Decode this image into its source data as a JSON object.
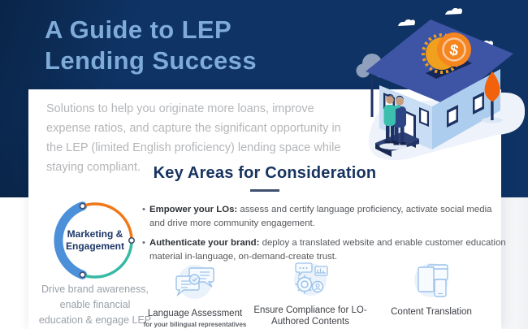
{
  "header": {
    "title_line1": "A Guide to LEP",
    "title_line2": "Lending Success"
  },
  "intro": {
    "text": "Solutions to help you originate more loans, improve expense ratios, and capture the significant opportunity in the LEP (limited English proficiency) lending space while staying compliant."
  },
  "key_areas": {
    "heading": "Key Areas for Consideration",
    "bullets": [
      {
        "lead": "Empower your LOs:",
        "text": "assess and certify language proficiency, activate social media and drive more community engagement."
      },
      {
        "lead": "Authenticate your brand:",
        "text": "deploy a translated website and enable customer education material in-language, on-demand-create trust."
      }
    ]
  },
  "marketing_circle": {
    "label_line1": "Marketing &",
    "label_line2": "Engagement",
    "caption": "Drive brand awareness, enable financial education & engage LEP community"
  },
  "services": [
    {
      "title": "Language Assessment",
      "subtitle": "for your bilingual representatives",
      "icon": "chat-assessment-icon"
    },
    {
      "title": "Ensure Compliance for LO-Authored Contents",
      "icon": "compliance-gear-icon"
    },
    {
      "title": "Content Translation",
      "icon": "translation-docs-icon"
    }
  ],
  "illustration": {
    "coin_symbol": "$"
  },
  "colors": {
    "navy_bg": "#0e3364",
    "title_blue": "#7fabd9",
    "heading_navy": "#17335f",
    "arc_blue": "#4b90d8",
    "arc_orange": "#f07818",
    "arc_teal": "#36b9a5",
    "tree_orange": "#f2610c",
    "coin_orange": "#f5851f",
    "icon_blue": "#9cc2ea"
  }
}
